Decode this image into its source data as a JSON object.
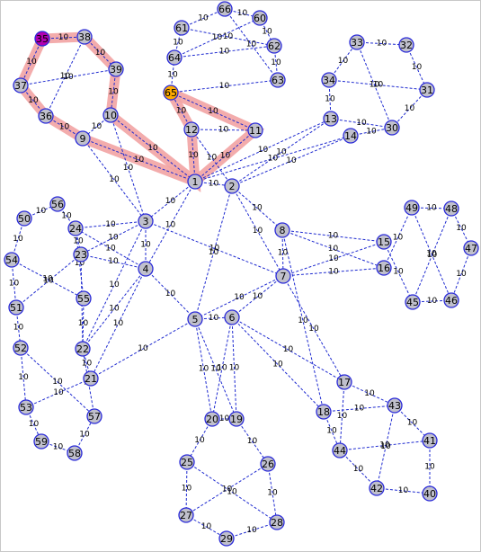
{
  "graph": {
    "colors": {
      "edge": "#1e2ad0",
      "node_fill": "#c0c0cc",
      "node_stroke": "#2a2ad8",
      "source_fill": "#b000b0",
      "target_fill": "#ffaa00",
      "path_highlight": "#f2a3a3"
    },
    "source_node": "35",
    "target_node": "65",
    "highlighted_path": [
      "35",
      "38",
      "39",
      "10",
      "1",
      "12",
      "65"
    ],
    "highlighted_path_b": [
      "35",
      "37",
      "36",
      "9",
      "1",
      "11",
      "65"
    ],
    "nodes": [
      "1",
      "2",
      "3",
      "4",
      "5",
      "6",
      "7",
      "8",
      "9",
      "10",
      "11",
      "12",
      "13",
      "14",
      "15",
      "16",
      "17",
      "18",
      "19",
      "20",
      "21",
      "22",
      "23",
      "24",
      "25",
      "26",
      "27",
      "28",
      "29",
      "30",
      "31",
      "32",
      "33",
      "34",
      "35",
      "36",
      "37",
      "38",
      "39",
      "40",
      "41",
      "42",
      "43",
      "44",
      "45",
      "46",
      "47",
      "48",
      "49",
      "50",
      "51",
      "52",
      "53",
      "54",
      "55",
      "56",
      "57",
      "58",
      "59",
      "60",
      "61",
      "62",
      "63",
      "64",
      "65",
      "66"
    ],
    "edges": [
      [
        "35",
        "38",
        "10"
      ],
      [
        "35",
        "37",
        "10"
      ],
      [
        "38",
        "39",
        "10"
      ],
      [
        "38",
        "36",
        "10"
      ],
      [
        "37",
        "36",
        "10"
      ],
      [
        "37",
        "39",
        "10"
      ],
      [
        "39",
        "10",
        "10"
      ],
      [
        "36",
        "9",
        "10"
      ],
      [
        "10",
        "9",
        "10"
      ],
      [
        "10",
        "1",
        "10"
      ],
      [
        "9",
        "1",
        "10"
      ],
      [
        "10",
        "3",
        "10"
      ],
      [
        "9",
        "3",
        "10"
      ],
      [
        "1",
        "2",
        "10"
      ],
      [
        "1",
        "12",
        "10"
      ],
      [
        "1",
        "11",
        "10"
      ],
      [
        "12",
        "11",
        "10"
      ],
      [
        "12",
        "65",
        "10"
      ],
      [
        "11",
        "65",
        "10"
      ],
      [
        "12",
        "2",
        "10"
      ],
      [
        "65",
        "63",
        "10"
      ],
      [
        "65",
        "64",
        "10"
      ],
      [
        "64",
        "61",
        "10"
      ],
      [
        "64",
        "62",
        "10"
      ],
      [
        "61",
        "66",
        "10"
      ],
      [
        "61",
        "62",
        "10"
      ],
      [
        "66",
        "60",
        "10"
      ],
      [
        "60",
        "62",
        "10"
      ],
      [
        "62",
        "63",
        "10"
      ],
      [
        "66",
        "63",
        "10"
      ],
      [
        "64",
        "60",
        "10"
      ],
      [
        "1",
        "3",
        "10"
      ],
      [
        "1",
        "4",
        "10"
      ],
      [
        "1",
        "13",
        "10"
      ],
      [
        "2",
        "13",
        "10"
      ],
      [
        "2",
        "14",
        "10"
      ],
      [
        "1",
        "14",
        "10"
      ],
      [
        "2",
        "8",
        "10"
      ],
      [
        "2",
        "7",
        "10"
      ],
      [
        "2",
        "5",
        "10"
      ],
      [
        "13",
        "34",
        "10"
      ],
      [
        "13",
        "30",
        "10"
      ],
      [
        "14",
        "30",
        "10"
      ],
      [
        "34",
        "33",
        "10"
      ],
      [
        "34",
        "31",
        "10"
      ],
      [
        "33",
        "32",
        "10"
      ],
      [
        "33",
        "30",
        "10"
      ],
      [
        "32",
        "31",
        "10"
      ],
      [
        "31",
        "30",
        "10"
      ],
      [
        "3",
        "24",
        "10"
      ],
      [
        "3",
        "23",
        "10"
      ],
      [
        "3",
        "4",
        "10"
      ],
      [
        "3",
        "7",
        "10"
      ],
      [
        "3",
        "22",
        "10"
      ],
      [
        "4",
        "23",
        "10"
      ],
      [
        "4",
        "24",
        "10"
      ],
      [
        "4",
        "5",
        "10"
      ],
      [
        "4",
        "22",
        "10"
      ],
      [
        "4",
        "21",
        "10"
      ],
      [
        "24",
        "23",
        "10"
      ],
      [
        "24",
        "55",
        "10"
      ],
      [
        "23",
        "22",
        "10"
      ],
      [
        "23",
        "51",
        "10"
      ],
      [
        "56",
        "24",
        "10"
      ],
      [
        "50",
        "56",
        "10"
      ],
      [
        "50",
        "54",
        "10"
      ],
      [
        "54",
        "51",
        "10"
      ],
      [
        "54",
        "55",
        "10"
      ],
      [
        "51",
        "52",
        "10"
      ],
      [
        "55",
        "22",
        "10"
      ],
      [
        "52",
        "53",
        "10"
      ],
      [
        "52",
        "57",
        "10"
      ],
      [
        "53",
        "59",
        "10"
      ],
      [
        "53",
        "21",
        "10"
      ],
      [
        "59",
        "58",
        "10"
      ],
      [
        "58",
        "57",
        "10"
      ],
      [
        "57",
        "22",
        "10"
      ],
      [
        "22",
        "21",
        "10"
      ],
      [
        "8",
        "7",
        "10"
      ],
      [
        "8",
        "15",
        "10"
      ],
      [
        "8",
        "16",
        "10"
      ],
      [
        "8",
        "18",
        "10"
      ],
      [
        "7",
        "15",
        "10"
      ],
      [
        "7",
        "16",
        "10"
      ],
      [
        "7",
        "5",
        "10"
      ],
      [
        "7",
        "6",
        "10"
      ],
      [
        "7",
        "17",
        "10"
      ],
      [
        "15",
        "45",
        "10"
      ],
      [
        "16",
        "49",
        "10"
      ],
      [
        "49",
        "48",
        "10"
      ],
      [
        "49",
        "46",
        "10"
      ],
      [
        "48",
        "47",
        "10"
      ],
      [
        "48",
        "45",
        "10"
      ],
      [
        "47",
        "46",
        "10"
      ],
      [
        "46",
        "45",
        "10"
      ],
      [
        "5",
        "6",
        "10"
      ],
      [
        "5",
        "20",
        "10"
      ],
      [
        "5",
        "19",
        "10"
      ],
      [
        "5",
        "21",
        "10"
      ],
      [
        "6",
        "20",
        "10"
      ],
      [
        "6",
        "19",
        "10"
      ],
      [
        "6",
        "17",
        "10"
      ],
      [
        "6",
        "18",
        "10"
      ],
      [
        "20",
        "19",
        "10"
      ],
      [
        "20",
        "25",
        "10"
      ],
      [
        "19",
        "26",
        "10"
      ],
      [
        "25",
        "28",
        "10"
      ],
      [
        "25",
        "27",
        "10"
      ],
      [
        "26",
        "27",
        "10"
      ],
      [
        "26",
        "28",
        "10"
      ],
      [
        "27",
        "29",
        "10"
      ],
      [
        "29",
        "28",
        "10"
      ],
      [
        "17",
        "43",
        "10"
      ],
      [
        "17",
        "44",
        "10"
      ],
      [
        "18",
        "43",
        "10"
      ],
      [
        "18",
        "44",
        "10"
      ],
      [
        "43",
        "41",
        "10"
      ],
      [
        "43",
        "42",
        "10"
      ],
      [
        "44",
        "41",
        "10"
      ],
      [
        "44",
        "42",
        "10"
      ],
      [
        "41",
        "40",
        "10"
      ],
      [
        "42",
        "40",
        "10"
      ]
    ]
  }
}
